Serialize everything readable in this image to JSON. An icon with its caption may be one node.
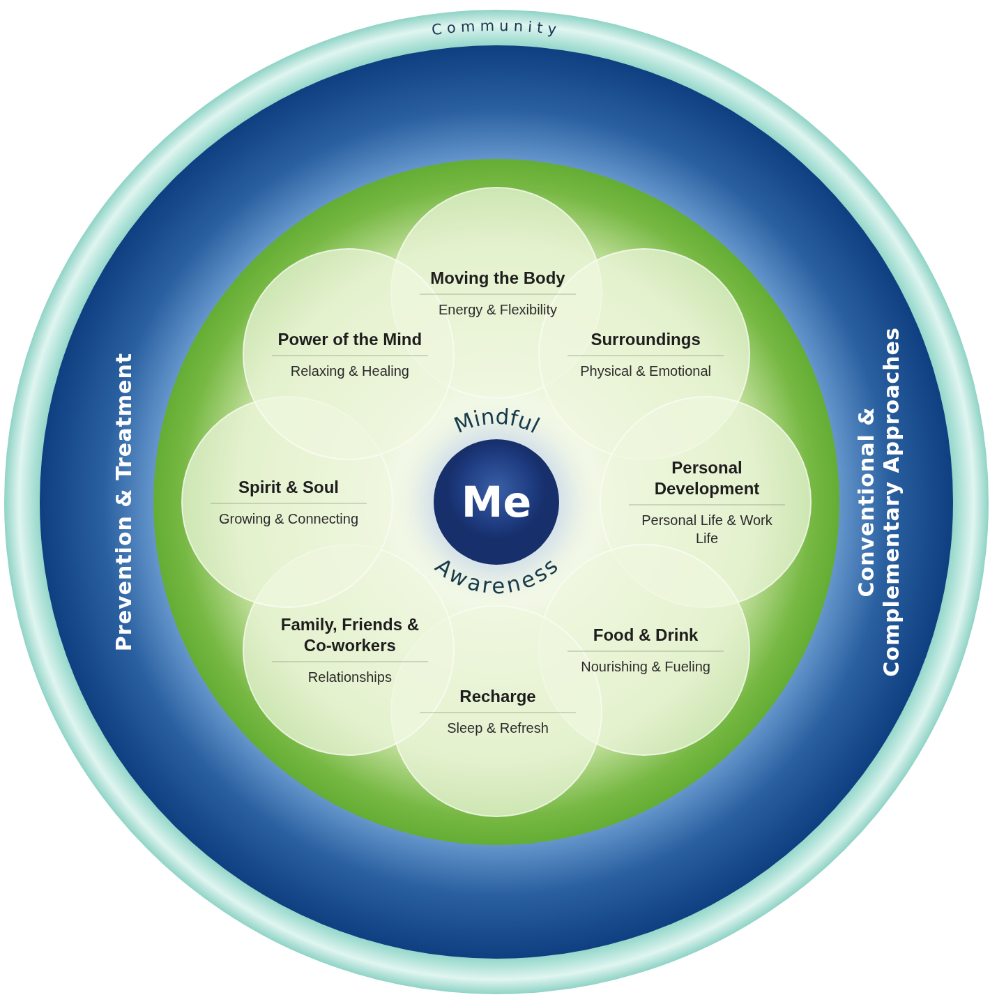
{
  "diagram": {
    "nodes": [
      {
        "text": [
          "Community"
        ]
      },
      {
        "text": [
          "Prevention & Treatment",
          "Conventional & Complementary Approaches"
        ],
        "in": 0
      },
      {
        "text": [],
        "shape": "circle",
        "in": 1
      },
      {
        "text": [
          "Moving the Body",
          "Energy & Flexibility"
        ],
        "in": 2
      },
      {
        "text": [
          "Surroundings",
          "Physical & Emotional"
        ],
        "in": 2
      },
      {
        "text": [
          "Personal Development",
          "Personal Life & Work Life"
        ],
        "in": 2
      },
      {
        "text": [
          "Food & Drink",
          "Nourishing & Fueling"
        ],
        "in": 2
      },
      {
        "text": [
          "Recharge",
          "Sleep & Refresh"
        ],
        "in": 2
      },
      {
        "text": [
          "Family, Friends & Co-workers",
          "Relationships"
        ],
        "in": 2
      },
      {
        "text": [
          "Spirit & Soul",
          "Growing & Connecting"
        ],
        "in": 2
      },
      {
        "text": [
          "Power of the Mind",
          "Relaxing & Healing"
        ],
        "in": 2
      },
      {
        "text": [
          "Me"
        ],
        "beside": [
          "Mindful",
          "Awareness"
        ],
        "in": 2
      }
    ]
  }
}
